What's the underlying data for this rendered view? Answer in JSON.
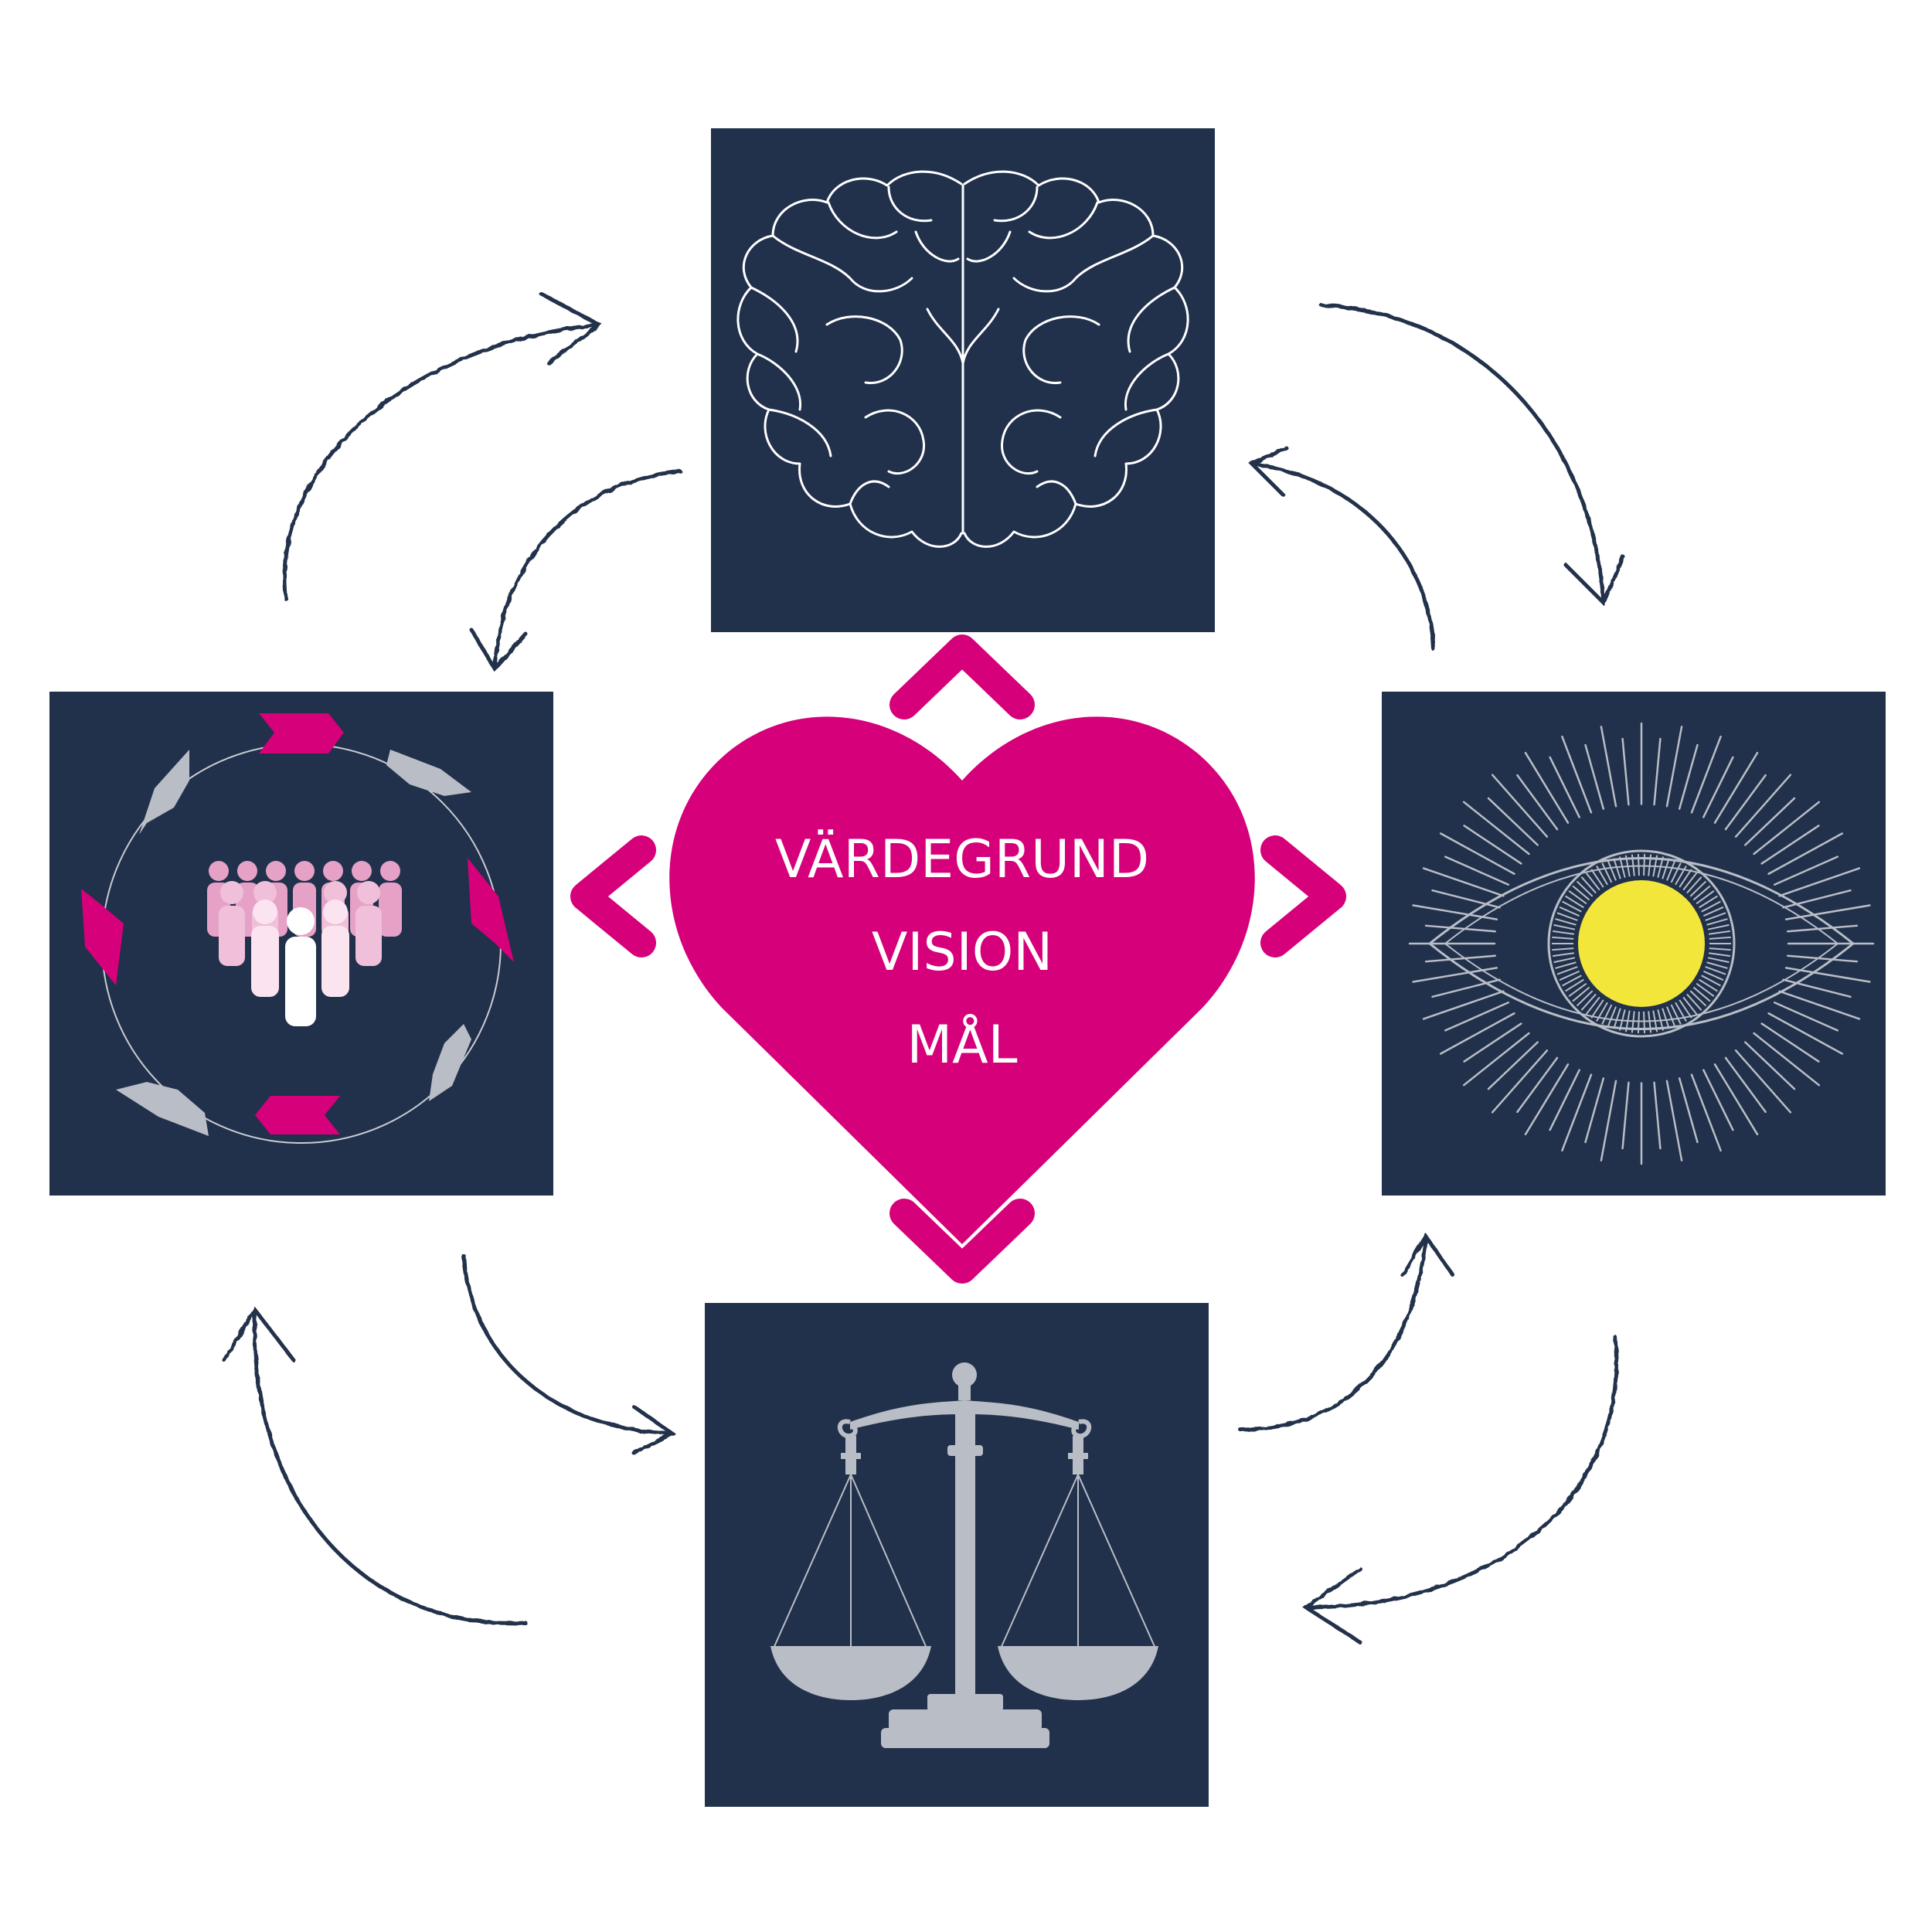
{
  "center": {
    "lines": [
      "VÄRDEGRUND",
      "VISION",
      "MÅL"
    ]
  },
  "colors": {
    "panel": "#21304b",
    "accent": "#d6007a",
    "arrow": "#22304b",
    "icon_line": "#ffffff",
    "icon_gray": "#b9bec6",
    "pupil": "#f2e63a"
  },
  "panels": [
    {
      "position": "top",
      "icon": "brain-icon"
    },
    {
      "position": "right",
      "icon": "eye-icon"
    },
    {
      "position": "bottom",
      "icon": "scales-icon"
    },
    {
      "position": "left",
      "icon": "team-cycle-icon"
    }
  ],
  "connectors": {
    "count": 8,
    "style": "hand-drawn curved arrows"
  }
}
